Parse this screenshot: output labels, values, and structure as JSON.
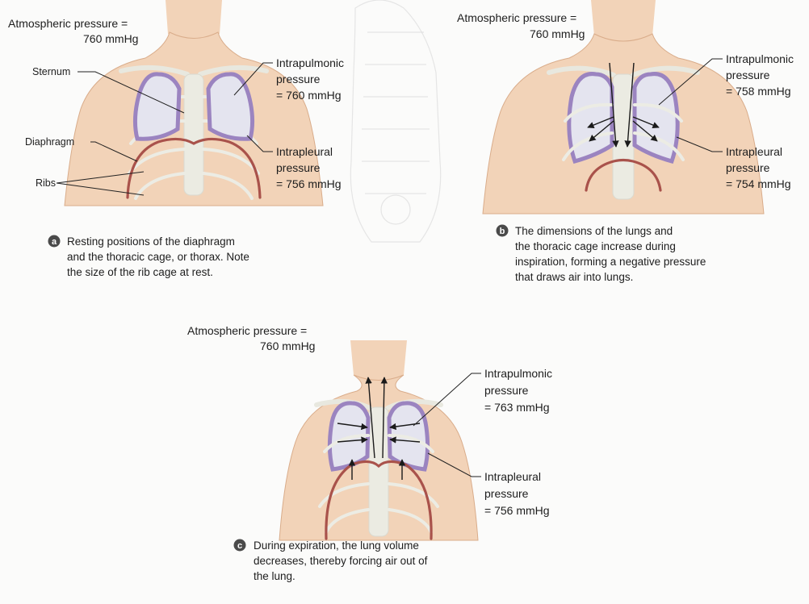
{
  "panel_a": {
    "atm_line1": "Atmospheric pressure =",
    "atm_line2": "760 mmHg",
    "sternum": "Sternum",
    "diaphragm": "Diaphragm",
    "ribs": "Ribs",
    "intrapulmonic": [
      "Intrapulmonic",
      "pressure",
      "= 760 mmHg"
    ],
    "intrapleural": [
      "Intrapleural",
      "pressure",
      "= 756 mmHg"
    ],
    "badge": "a",
    "caption": [
      "Resting positions of the diaphragm",
      "and the thoracic cage, or thorax. Note",
      "the size of the rib cage at rest."
    ]
  },
  "panel_b": {
    "atm_line1": "Atmospheric pressure =",
    "atm_line2": "760 mmHg",
    "intrapulmonic": [
      "Intrapulmonic",
      "pressure",
      "= 758 mmHg"
    ],
    "intrapleural": [
      "Intrapleural",
      "pressure",
      "= 754 mmHg"
    ],
    "badge": "b",
    "caption": [
      "The dimensions of the lungs and",
      "the thoracic cage increase during",
      "inspiration, forming a negative pressure",
      "that draws air into lungs."
    ]
  },
  "panel_c": {
    "atm_line1": "Atmospheric pressure =",
    "atm_line2": "760 mmHg",
    "intrapulmonic": [
      "Intrapulmonic",
      "pressure",
      "= 763 mmHg"
    ],
    "intrapleural": [
      "Intrapleural",
      "pressure",
      "= 756 mmHg"
    ],
    "badge": "c",
    "caption": [
      "During expiration, the lung volume",
      "decreases, thereby forcing air out of",
      "the lung."
    ]
  }
}
